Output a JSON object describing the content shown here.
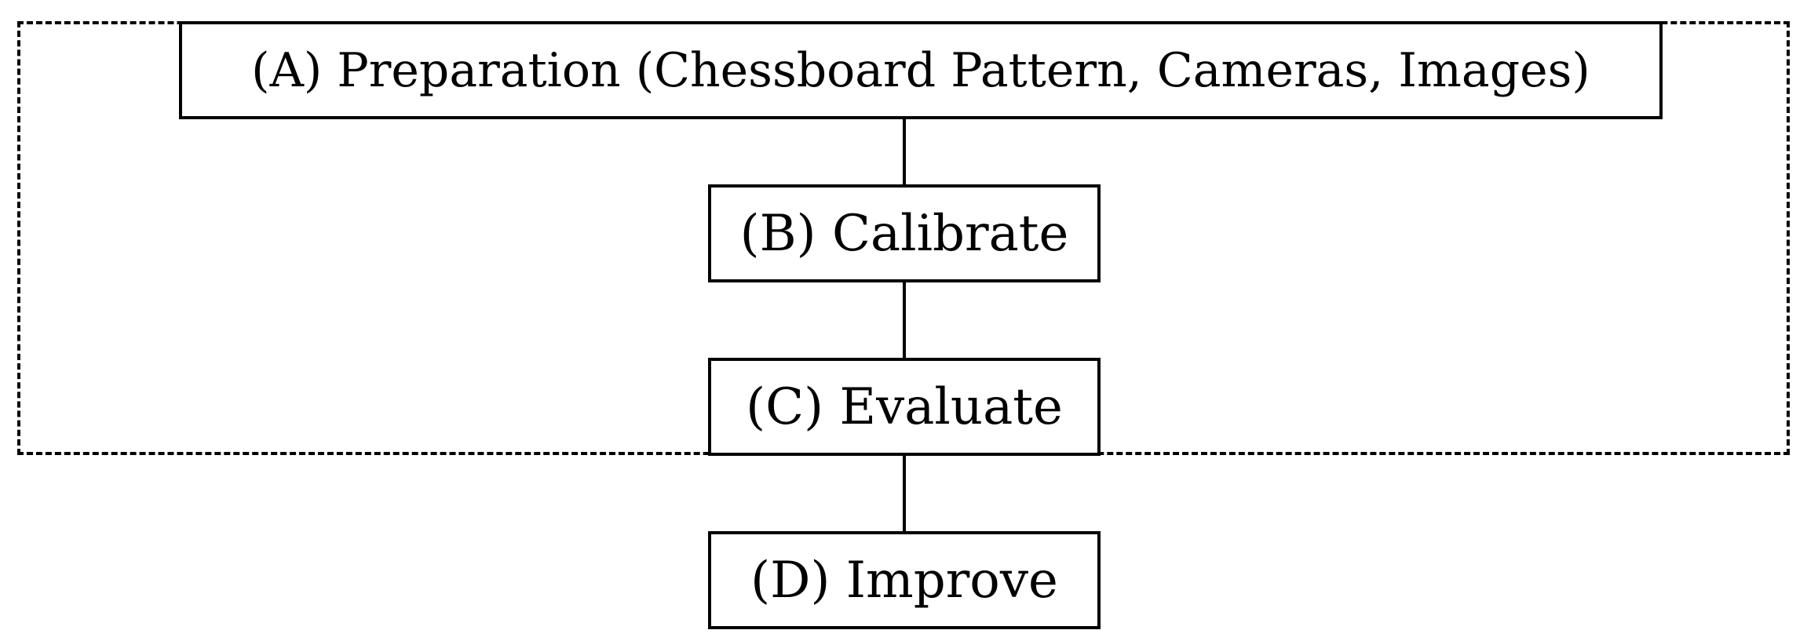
{
  "diagram": {
    "steps": [
      {
        "id": "A",
        "label": "(A) Preparation (Chessboard Pattern, Cameras, Images)"
      },
      {
        "id": "B",
        "label": "(B) Calibrate"
      },
      {
        "id": "C",
        "label": "(C) Evaluate"
      },
      {
        "id": "D",
        "label": "(D) Improve"
      }
    ],
    "connections": [
      {
        "from": "A",
        "to": "B"
      },
      {
        "from": "B",
        "to": "C"
      },
      {
        "from": "C",
        "to": "D"
      }
    ],
    "grouped_steps": [
      "A",
      "B",
      "C"
    ],
    "colors": {
      "line": "#000000",
      "box_fill": "#ffffff",
      "background": "#ffffff"
    }
  }
}
